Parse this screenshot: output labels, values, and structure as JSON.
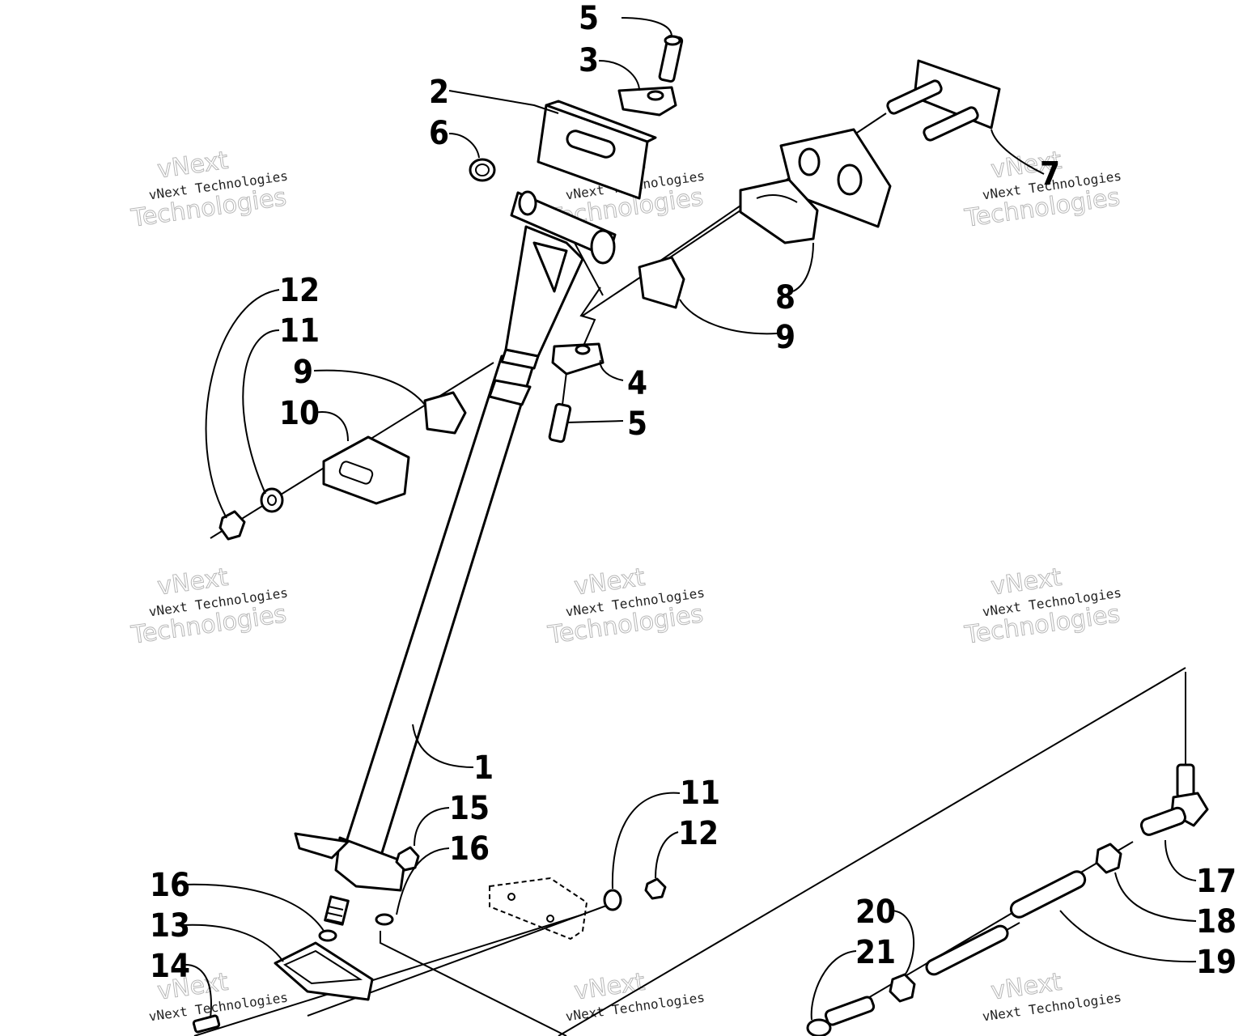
{
  "callouts": {
    "c1": "1",
    "c2": "2",
    "c3": "3",
    "c4": "4",
    "c5_top": "5",
    "c5_mid": "5",
    "c6": "6",
    "c7": "7",
    "c8": "8",
    "c9_right": "9",
    "c9_left": "9",
    "c10": "10",
    "c11_left": "11",
    "c12_left": "12",
    "c11_right": "11",
    "c12_right": "12",
    "c13": "13",
    "c14": "14",
    "c15": "15",
    "c16_right": "16",
    "c16_left": "16",
    "c17": "17",
    "c18": "18",
    "c19": "19",
    "c20": "20",
    "c21": "21"
  },
  "watermark": {
    "line1": "vNext Technologies",
    "line2": "vNext",
    "line3": "Technologies"
  }
}
